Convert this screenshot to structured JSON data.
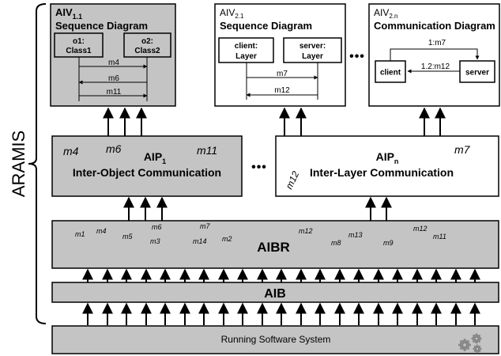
{
  "side_label": "ARAMIS",
  "aiv1": {
    "id_main": "AIV",
    "id_sub": "1.1",
    "title": "Sequence Diagram",
    "lifeline1": [
      "o1:",
      "Class1"
    ],
    "lifeline2": [
      "o2:",
      "Class2"
    ],
    "messages": [
      "m4",
      "m6",
      "m11"
    ]
  },
  "aiv2": {
    "id_main": "AIV",
    "id_sub": "2.1",
    "title": "Sequence Diagram",
    "lifeline1": [
      "client:",
      "Layer"
    ],
    "lifeline2": [
      "server:",
      "Layer"
    ],
    "messages": [
      "m7",
      "m12"
    ]
  },
  "aiv3": {
    "id_main": "AIV",
    "id_sub": "2.n",
    "title": "Communication Diagram",
    "node_client": "client",
    "node_server": "server",
    "msg_top": "1:m7",
    "msg_bottom": "1.2:m12"
  },
  "ellipsis": "•••",
  "aip1": {
    "name_main": "AIP",
    "name_sub": "1",
    "title": "Inter-Object Communication",
    "msgs": [
      "m4",
      "m6",
      "m11"
    ]
  },
  "aipn": {
    "name_main": "AIP",
    "name_sub": "n",
    "title": "Inter-Layer Communication",
    "msgs": [
      "m7",
      "m12"
    ]
  },
  "aibr": {
    "label": "AIBR",
    "msgs": [
      "m1",
      "m4",
      "m5",
      "m6",
      "m3",
      "m7",
      "m14",
      "m2",
      "m12",
      "m8",
      "m13",
      "m9",
      "m12",
      "m11"
    ]
  },
  "aib": {
    "label": "AIB"
  },
  "running": {
    "label": "Running Software System",
    "icon": "gears-icon"
  },
  "colors": {
    "gray_box": "#c4c4c4",
    "stroke": "#000000",
    "white": "#ffffff"
  }
}
